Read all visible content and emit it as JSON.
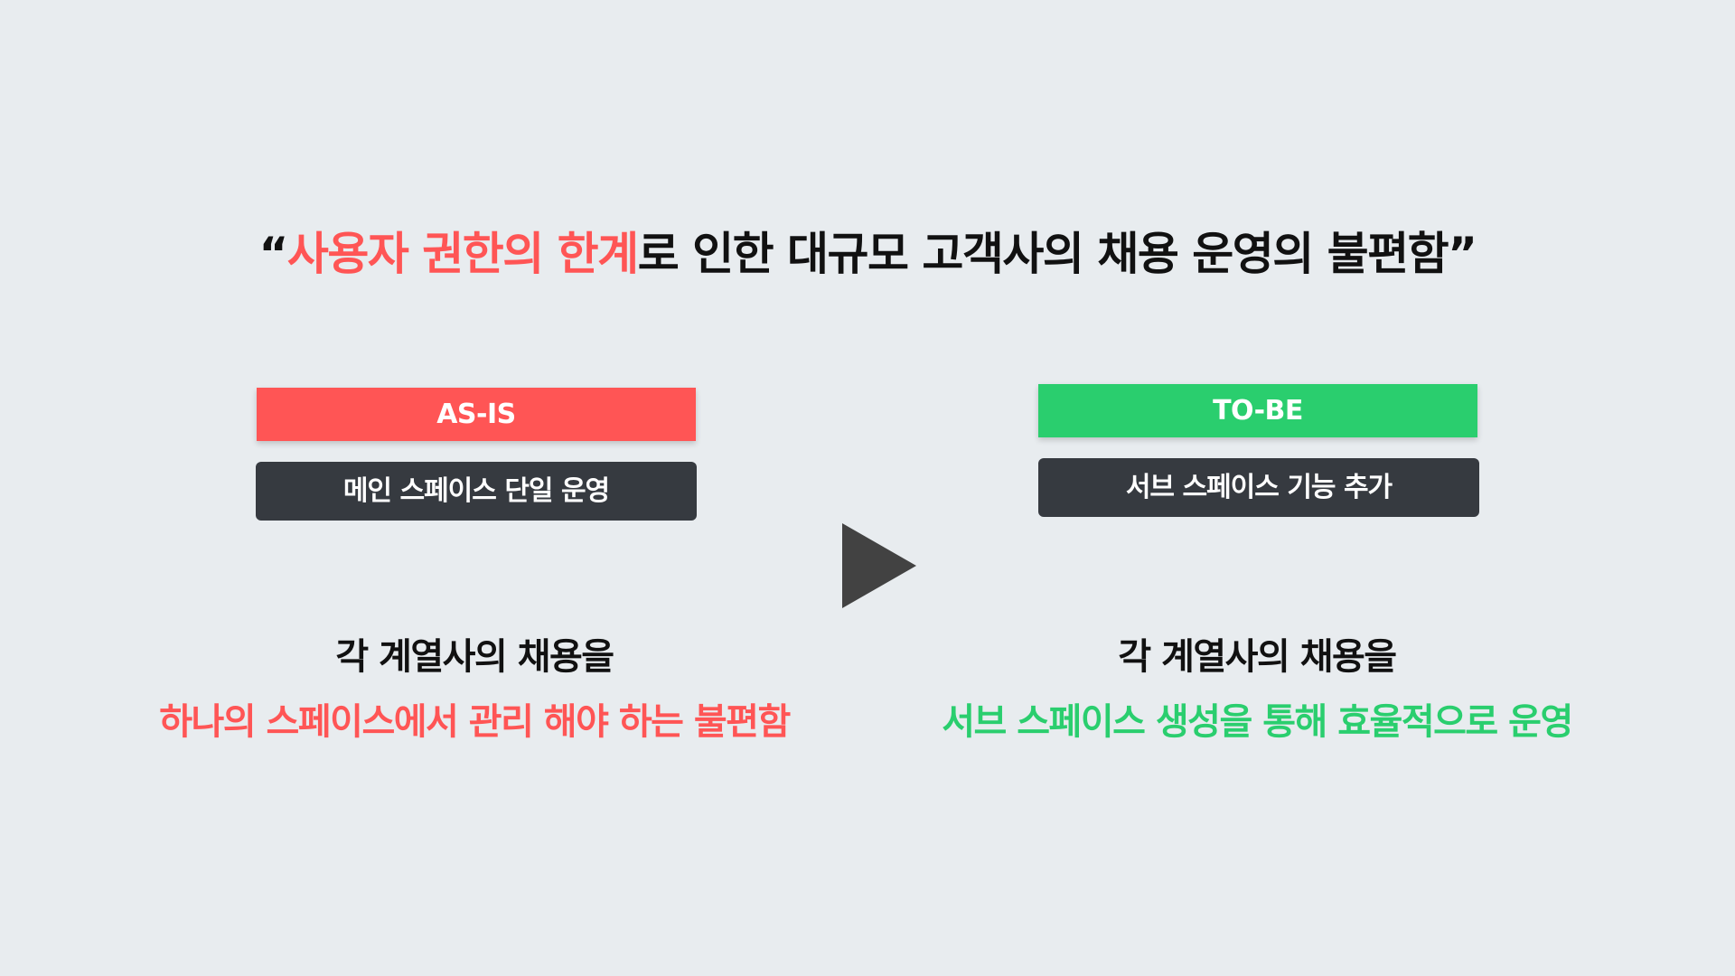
{
  "title": {
    "open_quote": "“",
    "highlight": "사용자 권한의 한계",
    "rest": "로 인한 대규모 고객사의 채용 운영의 불편함",
    "close_quote": "”",
    "highlight_color": "#FF5555"
  },
  "as_is": {
    "badge_label": "AS-IS",
    "badge_color": "#FF5555",
    "feature": "메인 스페이스 단일 운영",
    "desc_line1": "각 계열사의 채용을",
    "desc_line2": "하나의 스페이스에서 관리 해야 하는 불편함"
  },
  "transition": {
    "icon": "play-arrow-icon",
    "color": "#424242"
  },
  "to_be": {
    "badge_label": "TO-BE",
    "badge_color": "#2ACE6E",
    "feature": "서브 스페이스 기능 추가",
    "desc_line1": "각 계열사의 채용을",
    "desc_line2": "서브 스페이스 생성을 통해 효율적으로 운영"
  },
  "colors": {
    "background": "#E8ECEF",
    "dark_box": "#363A40",
    "text": "#111111"
  }
}
